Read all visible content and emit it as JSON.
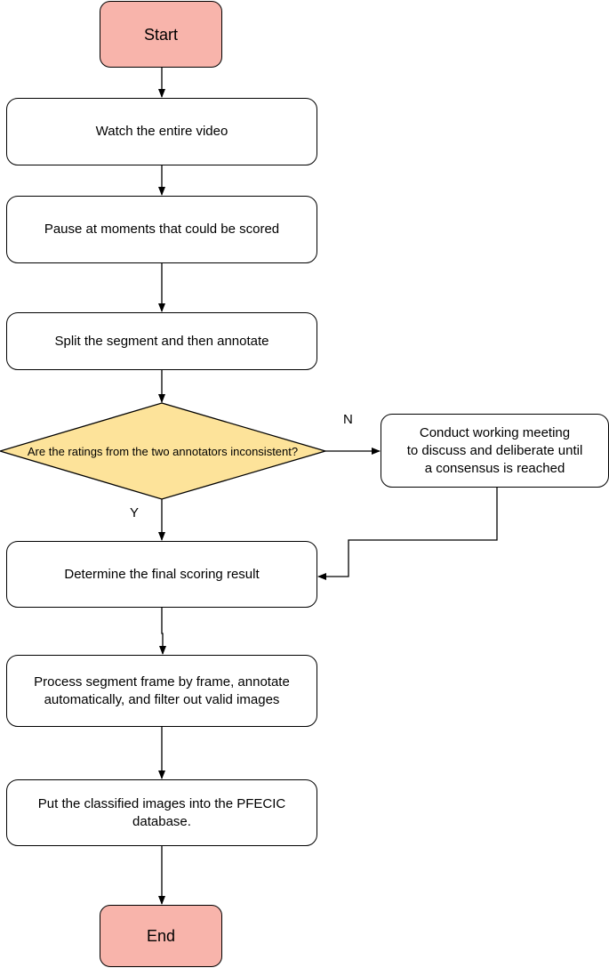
{
  "flowchart": {
    "nodes": {
      "start": "Start",
      "watch": "Watch the entire video",
      "pause": "Pause at moments that could be scored",
      "split": "Split the segment and then annotate",
      "decision": "Are the ratings from the two annotators inconsistent?",
      "meeting": "Conduct working meeting\nto discuss and deliberate until\na consensus is reached",
      "determine": "Determine the final scoring result",
      "process": "Process segment frame by frame, annotate\nautomatically, and filter out valid images",
      "put": "Put the classified images into the PFECIC\ndatabase.",
      "end": "End"
    },
    "edge_labels": {
      "no": "N",
      "yes": "Y"
    },
    "colors": {
      "terminal_fill": "#f8b4ab",
      "decision_fill": "#fde39a",
      "stroke": "#000000"
    }
  }
}
